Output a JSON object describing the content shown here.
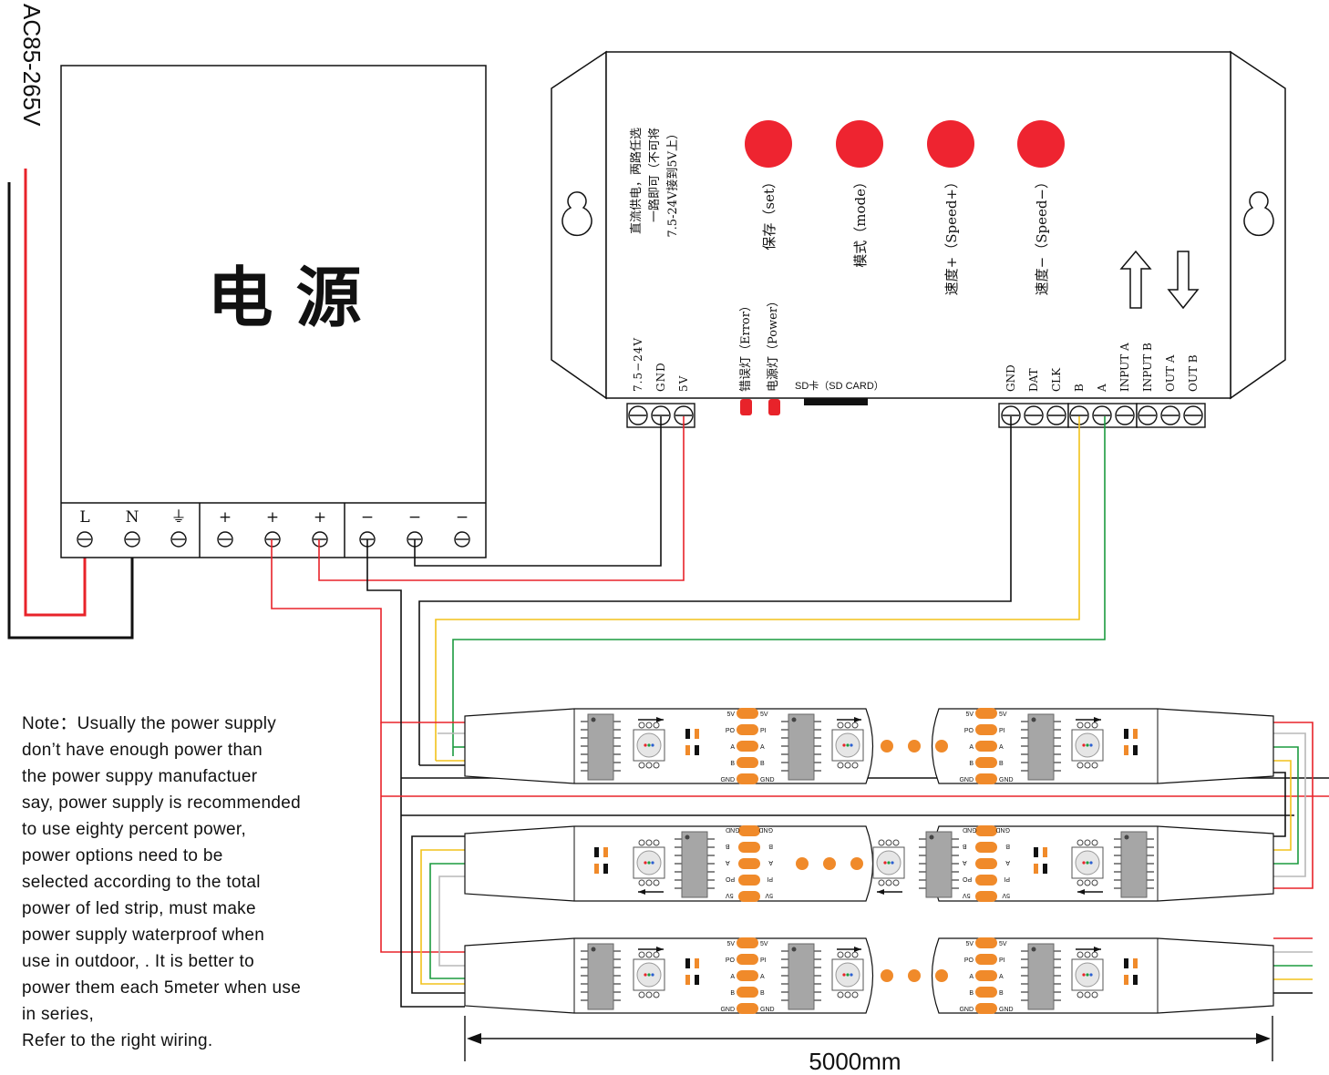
{
  "ac_input": "AC85-265V",
  "psu": {
    "title": "电 源",
    "terminals": [
      "L",
      "N",
      "⏚",
      "+",
      "+",
      "+",
      "−",
      "−",
      "−"
    ]
  },
  "controller": {
    "power_note": [
      "直流供电，两路任选",
      "一路即可（不可将",
      "7.5-24V接到5V上）"
    ],
    "buttons": [
      "保存（set）",
      "模式（mode）",
      "速度+（Speed+）",
      "速度−（Speed−）"
    ],
    "leds": [
      "错误灯（Error）",
      "电源灯（Power）"
    ],
    "sd_card": "SD卡（SD CARD）",
    "power_terminals": [
      "7.5−24V",
      "GND",
      "5V"
    ],
    "signal_terminals": [
      "GND",
      "DAT",
      "CLK",
      "B",
      "A",
      "INPUT A",
      "INPUT B",
      "OUT A",
      "OUT B"
    ]
  },
  "strip": {
    "pad_labels": [
      "5V",
      "PO",
      "A",
      "B",
      "GND"
    ],
    "pad_labels_right": [
      "5V",
      "PI",
      "A",
      "B",
      "GND"
    ]
  },
  "note_lines": [
    "Note：Usually the power supply",
    "don’t have enough power than",
    "the power suppy manufactuer",
    "say, power supply is recommended",
    "to use eighty percent power,",
    "power options need to be",
    "selected according to the total",
    "power of led strip, must make",
    "power supply waterproof when",
    "use in outdoor,  .  It is better to",
    "power them each 5meter when use",
    "in series,",
    "Refer to the right wiring."
  ],
  "dimension": "5000mm",
  "colors": {
    "red": "#e8232a",
    "black": "#111111",
    "yellow": "#f2c21b",
    "green": "#1c9b3f",
    "gray": "#b8b8b8",
    "orange": "#f08a2a",
    "button": "#ee2430"
  }
}
